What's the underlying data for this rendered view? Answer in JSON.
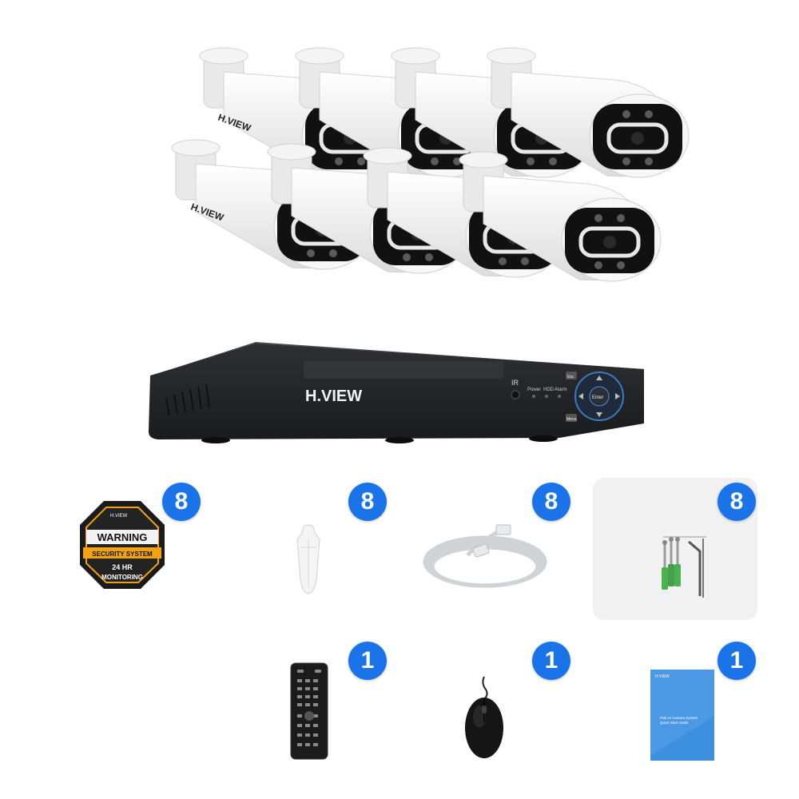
{
  "brand": "H.VIEW",
  "nvr": {
    "ir_label": "IR",
    "power_label": "Power",
    "hdd_label": "HDD",
    "alarm_label": "Alarm",
    "esc_label": "Esc",
    "enter_label": "Enter",
    "menu_label": "Menu"
  },
  "sticker": {
    "brand": "H.VIEW",
    "warning": "WARNING",
    "security_system": "SECURITY SYSTEM",
    "line3": "24 HR",
    "line4": "MONITORING"
  },
  "manual": {
    "brand": "H.VIEW",
    "title_line1": "PoE AI Camera System",
    "title_line2": "Quick Start Guide"
  },
  "accessories": [
    {
      "name": "warning-sticker",
      "count": "8"
    },
    {
      "name": "wall-anchor",
      "count": "8"
    },
    {
      "name": "ethernet-cable",
      "count": "8"
    },
    {
      "name": "screw-pack",
      "count": "8"
    },
    {
      "name": "remote-control",
      "count": "1"
    },
    {
      "name": "usb-mouse",
      "count": "1"
    },
    {
      "name": "quick-start-guide",
      "count": "1"
    }
  ],
  "colors": {
    "badge": "#1a73e8",
    "camera_body": "#ffffff",
    "camera_face": "#111111",
    "nvr_body": "#2b2d30",
    "panel_bg": "#f1f1f1",
    "manual_cover": "#3d8fe0",
    "sticker_orange": "#f2a30f",
    "anchor_green": "#4caf50"
  }
}
